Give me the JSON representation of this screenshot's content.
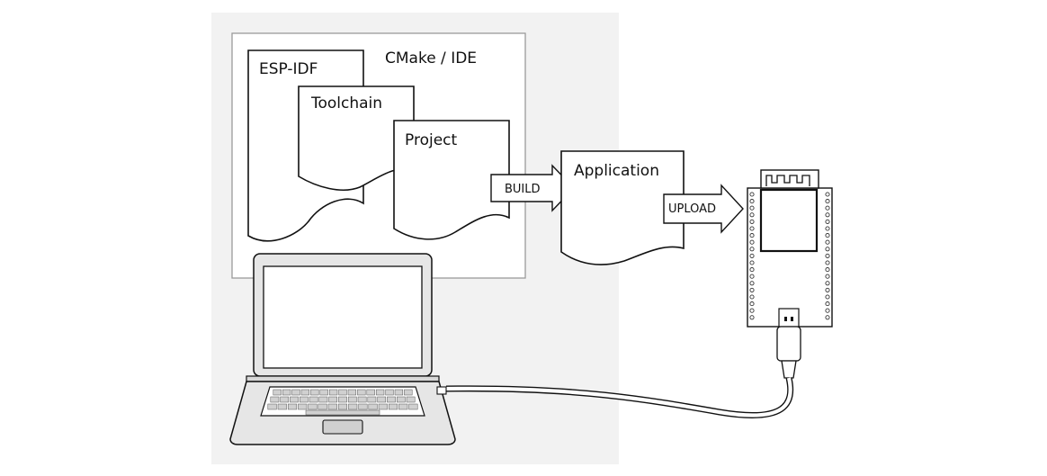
{
  "diagram": {
    "frame_label": "CMake / IDE",
    "docs": {
      "esp_idf": "ESP-IDF",
      "toolchain": "Toolchain",
      "project": "Project",
      "application": "Application"
    },
    "arrows": {
      "build": "BUILD",
      "upload": "UPLOAD"
    },
    "colors": {
      "background": "#ffffff",
      "gray_panel": "#f2f2f2",
      "frame_stroke": "#9a9a9a",
      "line": "#111111",
      "laptop_fill": "#e6e6e6"
    },
    "icons": [
      "laptop-icon",
      "esp32-board-icon",
      "usb-cable-icon"
    ]
  }
}
